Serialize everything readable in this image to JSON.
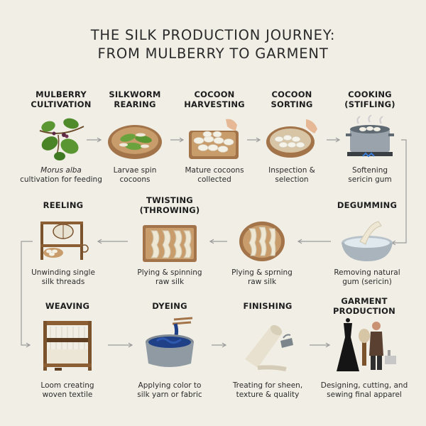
{
  "title": {
    "line1": "THE SILK PRODUCTION JOURNEY:",
    "line2": "FROM MULBERRY TO GARMENT"
  },
  "steps": [
    {
      "title": [
        "MULBERRY",
        "CULTIVATION"
      ],
      "desc_italic": "Morus alba",
      "desc": [
        "cultivation for feeding"
      ],
      "icon": "mulberry-leaves-icon"
    },
    {
      "title": [
        "SILKWORM",
        "REARING"
      ],
      "desc": [
        "Larvae spin",
        "cocoons"
      ],
      "icon": "silkworm-tray-icon"
    },
    {
      "title": [
        "COCOON",
        "HARVESTING"
      ],
      "desc": [
        "Mature cocoons",
        "collected"
      ],
      "icon": "cocoon-pile-icon"
    },
    {
      "title": [
        "COCOON",
        "SORTING"
      ],
      "desc": [
        "Inspection &",
        "selection"
      ],
      "icon": "sorting-basket-icon"
    },
    {
      "title": [
        "COOKING",
        "(STIFLING)"
      ],
      "desc": [
        "Softening",
        "sericin gum"
      ],
      "icon": "steaming-pot-icon"
    },
    {
      "title": [
        "DEGUMMING"
      ],
      "desc": [
        "Removing natural",
        "gum (sericin)"
      ],
      "icon": "degumming-bowl-icon"
    },
    {
      "title": [],
      "desc": [
        "Plying & sprning",
        "raw silk"
      ],
      "icon": "silk-skein-basket-icon"
    },
    {
      "title": [
        "TWISTING",
        "(THROWING)"
      ],
      "desc": [
        "Plying & spinning",
        "raw silk"
      ],
      "icon": "twisted-skeins-tray-icon"
    },
    {
      "title": [
        "REELING"
      ],
      "desc": [
        "Unwinding single",
        "silk threads"
      ],
      "icon": "reeling-machine-icon"
    },
    {
      "title": [
        "WEAVING"
      ],
      "desc": [
        "Loom creating",
        "woven textile"
      ],
      "icon": "loom-icon"
    },
    {
      "title": [
        "DYEING"
      ],
      "desc": [
        "Applying color to",
        "silk yarn or fabric"
      ],
      "icon": "dye-vat-icon"
    },
    {
      "title": [
        "FINISHING"
      ],
      "desc": [
        "Treating for sheen,",
        "texture & quality"
      ],
      "icon": "fabric-roll-iron-icon"
    },
    {
      "title": [
        "GARMENT",
        "PRODUCTION"
      ],
      "desc": [
        "Designing, cutting, and",
        "sewing final apparel"
      ],
      "icon": "dress-tailor-icon"
    }
  ],
  "colors": {
    "background": "#f1eee6",
    "arrow": "#9a9a9a",
    "leaf_green": "#4f8a2b",
    "wood": "#a37449",
    "cocoon": "#f3f0e6",
    "dye_blue": "#1f3f86"
  }
}
